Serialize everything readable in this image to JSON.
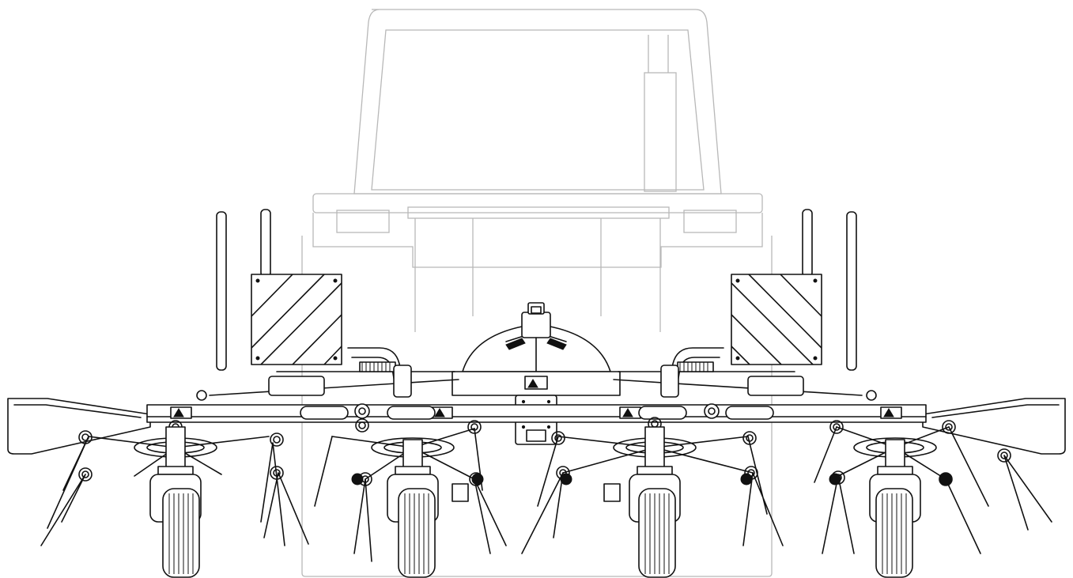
{
  "drawing": {
    "subject": "tractor-with-4-rotor-tedder-rear-view",
    "line_color": "#111111",
    "ghost_line_color": "#b8b8b8",
    "background": "#ffffff",
    "rotor_count": 4,
    "wheel_count": 4,
    "warning_panel_count": 2
  }
}
